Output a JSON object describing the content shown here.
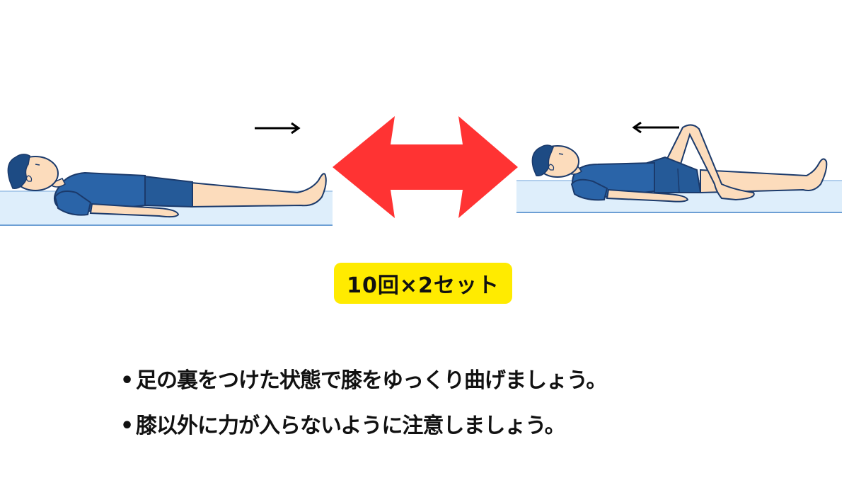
{
  "illustration": {
    "left": {
      "description": "person lying flat on mat with legs extended",
      "arrow_direction": "right",
      "icon": "arrow-right-icon"
    },
    "center": {
      "icon": "double-arrow-icon",
      "color": "#ff3333"
    },
    "right": {
      "description": "person lying on mat with one knee bent",
      "arrow_direction": "left",
      "icon": "arrow-left-icon"
    },
    "colors": {
      "shirt": "#2a64a8",
      "shorts": "#255a98",
      "outline": "#1b3a6b",
      "skin": "#fcdcbc",
      "hair": "#1d4b84",
      "mat": "#deeefb",
      "mat_edge": "#6d9fd4"
    }
  },
  "badge": {
    "label": "10回×2セット",
    "background": "#ffeb00"
  },
  "instructions": [
    {
      "bullet": "•",
      "text": "足の裏をつけた状態で膝をゆっくり曲げましょう。"
    },
    {
      "bullet": "•",
      "text": "膝以外に力が入らないように注意しましょう。"
    }
  ]
}
